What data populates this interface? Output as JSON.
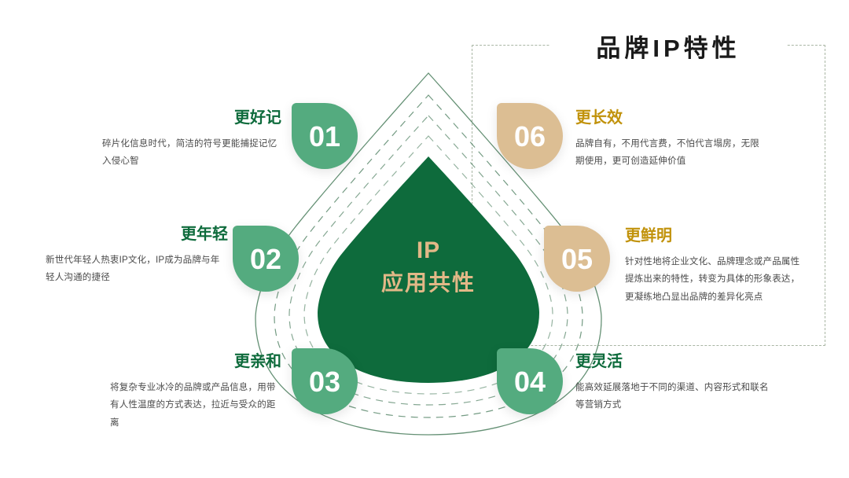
{
  "page": {
    "title": "品牌IP特性",
    "background": "#ffffff"
  },
  "colors": {
    "core_green": "#0e6b3c",
    "badge_green": "#54ab7f",
    "badge_gold": "#dcbe93",
    "heading_green": "#0e6b3c",
    "heading_gold": "#c1920b",
    "center_text": "#e2b887",
    "body_text": "#4a4a4a",
    "frame_dash": "#a9b6a4",
    "ring_line": "#5c8a6d"
  },
  "center": {
    "line1": "IP",
    "line2": "应用共性"
  },
  "items": [
    {
      "number": "01",
      "heading": "更好记",
      "body": "碎片化信息时代，简洁的符号更能捕捉记忆入侵心智",
      "accent": "green",
      "side": "left"
    },
    {
      "number": "02",
      "heading": "更年轻",
      "body": "新世代年轻人热衷IP文化，IP成为品牌与年轻人沟通的捷径",
      "accent": "green",
      "side": "left"
    },
    {
      "number": "03",
      "heading": "更亲和",
      "body": "将复杂专业冰冷的品牌或产品信息，用带有人性温度的方式表达，拉近与受众的距离",
      "accent": "green",
      "side": "left"
    },
    {
      "number": "04",
      "heading": "更灵活",
      "body": "能高效延展落地于不同的渠道、内容形式和联名等营销方式",
      "accent": "green",
      "side": "right"
    },
    {
      "number": "05",
      "heading": "更鲜明",
      "body": "针对性地将企业文化、品牌理念或产品属性提炼出来的特性，转变为具体的形象表达，更凝练地凸显出品牌的差异化亮点",
      "accent": "gold",
      "side": "right"
    },
    {
      "number": "06",
      "heading": "更长效",
      "body": "品牌自有，不用代言费，不怕代言塌房，无限期使用，更可创造延伸价值",
      "accent": "gold",
      "side": "right"
    }
  ]
}
